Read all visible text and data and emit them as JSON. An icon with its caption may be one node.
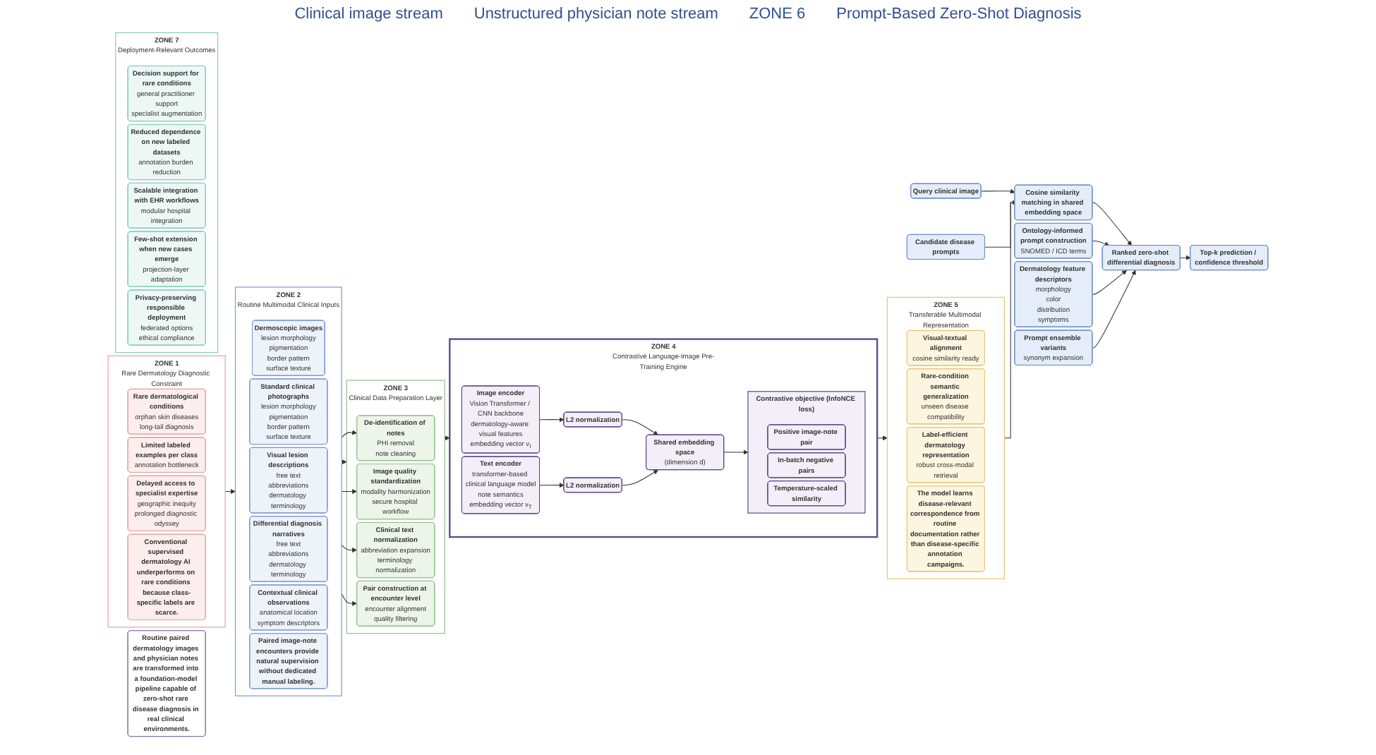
{
  "diagram": {
    "nodes": [
      {
        "text": [
          "ZONE 1",
          "Rare Dermatology Diagnostic Constraint"
        ]
      },
      {
        "text": [
          "Rare dermatological conditions",
          "orphan skin diseases",
          "long-tail diagnosis"
        ],
        "in": 0
      },
      {
        "text": [
          "Limited labeled examples per class",
          "annotation bottleneck"
        ],
        "in": 0
      },
      {
        "text": [
          "Delayed access to specialist expertise",
          "geographic inequity",
          "prolonged diagnostic odyssey"
        ],
        "in": 0
      },
      {
        "text": [
          "Conventional supervised dermatology AI underperforms on rare conditions because class-specific labels are scarce."
        ],
        "in": 0
      },
      {
        "text": [
          "ZONE 2",
          "Routine Multimodal Clinical Inputs"
        ]
      },
      {
        "text": [
          "Dermoscopic images",
          "lesion morphology",
          "pigmentation",
          "border pattern",
          "surface texture"
        ],
        "in": 5
      },
      {
        "text": [
          "Standard clinical photographs",
          "lesion morphology",
          "pigmentation",
          "border pattern",
          "surface texture"
        ],
        "in": 5
      },
      {
        "text": [
          "Visual lesion descriptions",
          "free text",
          "abbreviations",
          "dermatology terminology"
        ],
        "in": 5
      },
      {
        "text": [
          "Differential diagnosis narratives",
          "free text",
          "abbreviations",
          "dermatology terminology"
        ],
        "in": 5
      },
      {
        "text": [
          "Contextual clinical observations",
          "anatomical location",
          "symptom descriptors"
        ],
        "in": 5
      },
      {
        "text": [
          "Paired image-note encounters provide natural supervision without dedicated manual labeling."
        ],
        "in": 5
      },
      {
        "text": [
          "ZONE 3",
          "Clinical Data Preparation Layer"
        ]
      },
      {
        "text": [
          "De-identification of notes",
          "PHI removal",
          "note cleaning"
        ],
        "in": 12
      },
      {
        "text": [
          "Image quality standardization",
          "modality harmonization",
          "secure hospital workflow"
        ],
        "in": 12
      },
      {
        "text": [
          "Clinical text normalization",
          "abbreviation expansion",
          "terminology normalization"
        ],
        "in": 12
      },
      {
        "text": [
          "Pair construction at encounter level",
          "encounter alignment",
          "quality filtering"
        ],
        "in": 12
      },
      {
        "text": [
          "ZONE 4",
          "Contrastive Language-Image Pre-Training Engine"
        ]
      },
      {
        "text": [
          "Image encoder",
          "Vision Transformer / CNN backbone",
          "dermatology-aware visual features",
          "embedding vector v$_{I}$"
        ],
        "in": 17
      },
      {
        "text": [
          "L2 normalization"
        ],
        "in": 17
      },
      {
        "text": [
          "Text encoder",
          "transformer-based clinical language model",
          "note semantics",
          "embedding vector v$_{T}$"
        ],
        "in": 17
      },
      {
        "text": [
          "L2 normalization"
        ],
        "in": 17
      },
      {
        "text": [
          "Shared embedding space",
          "(dimension d)"
        ],
        "in": 17
      },
      {
        "text": [
          "Contrastive objective (InfoNCE loss)"
        ],
        "in": 17
      },
      {
        "text": [
          "Positive image-note pair"
        ],
        "in": 23
      },
      {
        "text": [
          "In-batch negative pairs"
        ],
        "in": 23
      },
      {
        "text": [
          "Temperature-scaled similarity"
        ],
        "in": 23
      },
      {
        "text": [
          "ZONE 5",
          "Transferable Multimodal Representation"
        ]
      },
      {
        "text": [
          "Visual-textual alignment",
          "cosine similarity ready"
        ],
        "in": 27
      },
      {
        "text": [
          "Rare-condition semantic generalization",
          "unseen disease compatibility"
        ],
        "in": 27
      },
      {
        "text": [
          "Label-efficient dermatology representation",
          "robust cross-modal retrieval"
        ],
        "in": 27
      },
      {
        "text": [
          "The model learns disease-relevant correspondence from routine documentation rather than disease-specific annotation campaigns."
        ],
        "in": 27
      },
      {
        "text": [
          "Query clinical image"
        ]
      },
      {
        "text": [
          "Cosine similarity matching in shared embedding space"
        ]
      },
      {
        "text": [
          "Candidate disease prompts"
        ]
      },
      {
        "text": [
          "Ontology-informed prompt construction",
          "SNOMED / ICD terms"
        ]
      },
      {
        "text": [
          "Dermatology feature descriptors",
          "morphology",
          "color",
          "distribution",
          "symptoms"
        ]
      },
      {
        "text": [
          "Prompt ensemble variants",
          "synonym expansion"
        ]
      },
      {
        "text": [
          "Ranked zero-shot differential diagnosis"
        ]
      },
      {
        "text": [
          "Top-k prediction / confidence threshold"
        ]
      },
      {
        "text": [
          "ZONE 7",
          "Deployment-Relevant Outcomes"
        ]
      },
      {
        "text": [
          "Decision support for rare conditions",
          "general practitioner support",
          "specialist augmentation"
        ],
        "in": 40
      },
      {
        "text": [
          "Reduced dependence on new labeled datasets",
          "annotation burden reduction"
        ],
        "in": 40
      },
      {
        "text": [
          "Scalable integration with EHR workflows",
          "modular hospital integration"
        ],
        "in": 40
      },
      {
        "text": [
          "Few-shot extension when new cases emerge",
          "projection-layer adaptation"
        ],
        "in": 40
      },
      {
        "text": [
          "Privacy-preserving responsible deployment",
          "federated options",
          "ethical compliance"
        ],
        "in": 40
      },
      {
        "text": [
          "Routine paired dermatology images and physician notes are transformed into a foundation-model pipeline capable of zero-shot rare disease diagnosis in real clinical environments."
        ]
      }
    ],
    "edges": [
      {
        "from": 0,
        "to": 5,
        "arrow": "to"
      },
      {
        "from": 5,
        "to": 13,
        "arrow": "to"
      },
      {
        "from": 5,
        "to": 14,
        "arrow": "to"
      },
      {
        "from": 5,
        "to": 12,
        "arrow": "to"
      },
      {
        "from": 5,
        "to": 15,
        "arrow": "to"
      },
      {
        "from": 5,
        "to": 16,
        "arrow": "to"
      },
      {
        "from": 12,
        "to": 17,
        "arrow": "to"
      },
      {
        "from": 18,
        "to": 19,
        "arrow": "to"
      },
      {
        "from": 19,
        "to": 22,
        "arrow": "to"
      },
      {
        "from": 20,
        "to": 21,
        "arrow": "to"
      },
      {
        "from": 21,
        "to": 22,
        "arrow": "to"
      },
      {
        "from": 22,
        "to": 23,
        "arrow": "to"
      },
      {
        "from": 17,
        "to": 27,
        "arrow": "to"
      },
      {
        "from": 27,
        "to": 33,
        "arrow": "to"
      },
      {
        "from": 32,
        "to": 33,
        "arrow": "to"
      },
      {
        "from": 34,
        "to": 33,
        "arrow": "none"
      },
      {
        "from": 33,
        "to": 38,
        "arrow": "to"
      },
      {
        "from": 35,
        "to": 38,
        "arrow": "to"
      },
      {
        "from": 36,
        "to": 38,
        "arrow": "to"
      },
      {
        "from": 37,
        "to": 38,
        "arrow": "to"
      },
      {
        "from": 38,
        "to": 39,
        "arrow": "to"
      }
    ],
    "labels": [
      "Clinical image stream",
      "Unstructured physician note stream",
      "ZONE 6",
      "Prompt-Based Zero-Shot Diagnosis"
    ]
  }
}
